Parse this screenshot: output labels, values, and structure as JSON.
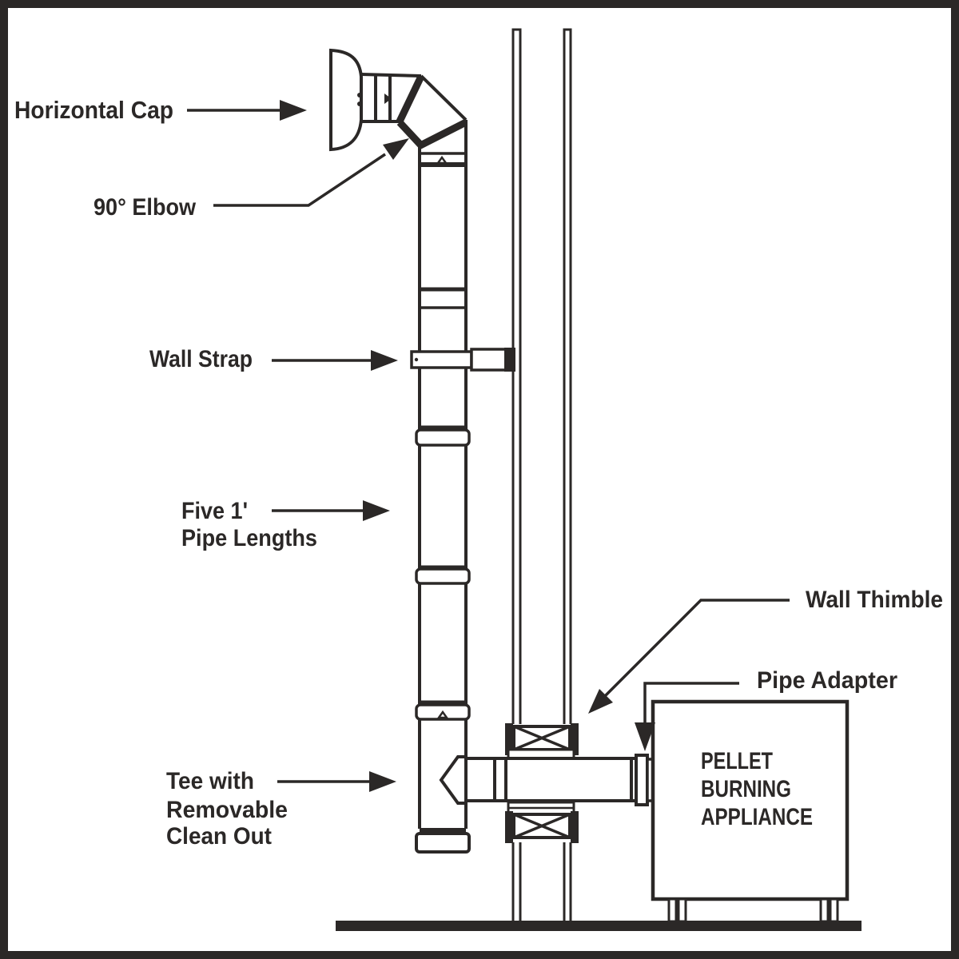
{
  "colors": {
    "ink": "#2b2827",
    "paper": "#ffffff"
  },
  "labels": {
    "horizontal_cap": "Horizontal Cap",
    "elbow_90": "90° Elbow",
    "wall_strap": "Wall Strap",
    "pipe_lengths_line1": "Five 1'",
    "pipe_lengths_line2": "Pipe Lengths",
    "tee_line1": "Tee with",
    "tee_line2": "Removable",
    "tee_line3": "Clean Out",
    "wall_thimble": "Wall Thimble",
    "pipe_adapter": "Pipe Adapter"
  },
  "appliance": {
    "line1": "PELLET",
    "line2": "BURNING",
    "line3": "APPLIANCE"
  }
}
